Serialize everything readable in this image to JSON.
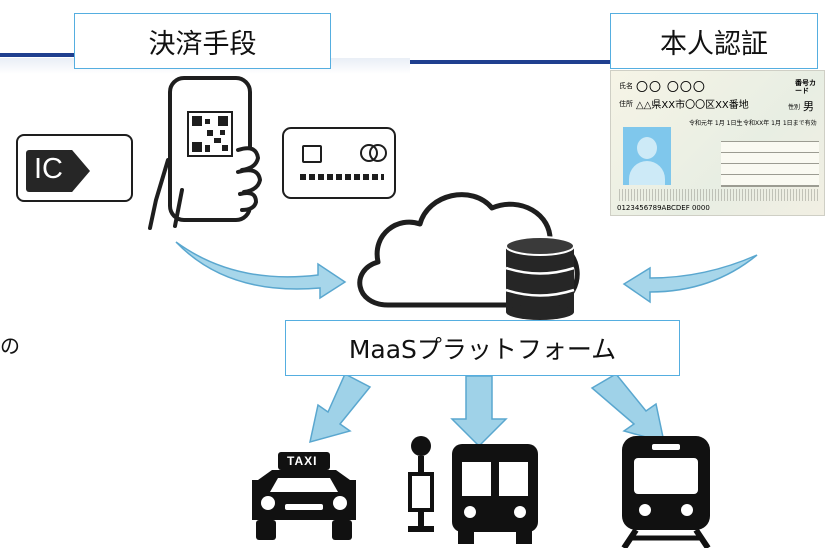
{
  "payment": {
    "title": "決済手段",
    "ic_card_label": "IC"
  },
  "identity": {
    "title": "本人認証",
    "card_header_right": "番号カード",
    "name_label": "氏名",
    "name_value": "〇〇 〇〇〇",
    "address_label": "住所",
    "address_value": "△△県XX市〇〇区XX番地",
    "sex_label": "性別",
    "sex_value": "男",
    "birth_text": "令和元年 1月 1日生",
    "expiry_text": "令和XX年 1月 1日まで有効",
    "number_text": "0123456789ABCDEF 0000"
  },
  "platform": {
    "label": "MaaSプラットフォーム"
  },
  "taxi": {
    "sign": "TAXI"
  },
  "left_edge_glyph": "の",
  "colors": {
    "frame_line": "#1f3f8f",
    "label_border": "#55aee0",
    "arrow_fill": "#9fd2e8",
    "arrow_stroke": "#5aa7cf",
    "icon_line": "#1e1e1e"
  }
}
